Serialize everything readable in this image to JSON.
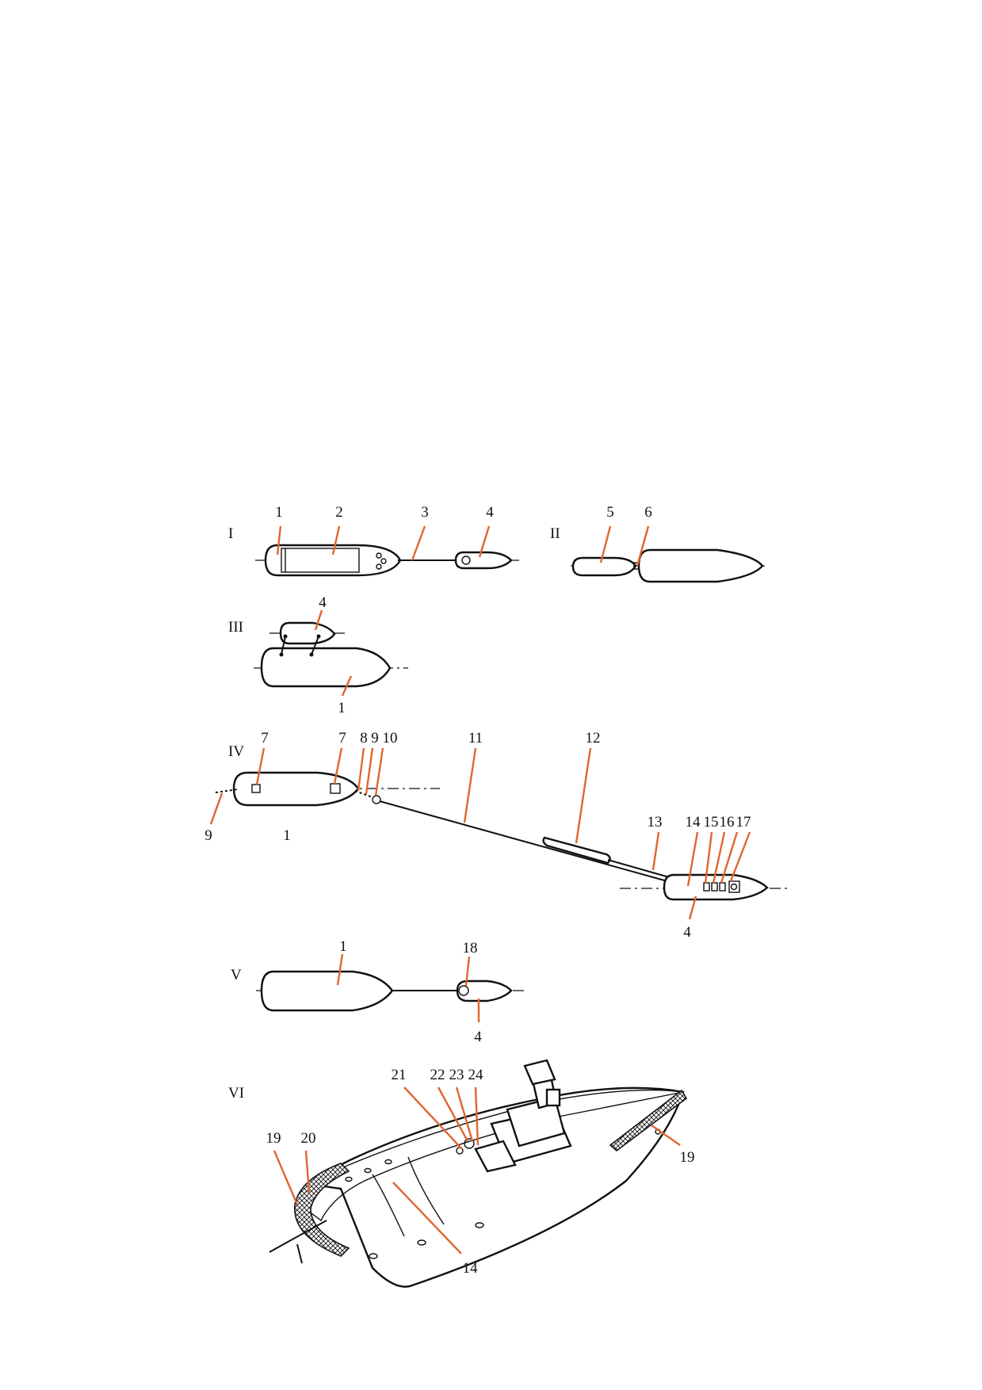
{
  "diagram": {
    "leader_color": "#e0662f",
    "line_color": "#111111",
    "panels": [
      {
        "id": "I",
        "label": "I",
        "callouts": [
          "1",
          "2",
          "3",
          "4"
        ]
      },
      {
        "id": "II",
        "label": "II",
        "callouts": [
          "5",
          "6"
        ]
      },
      {
        "id": "III",
        "label": "III",
        "callouts": [
          "4",
          "1"
        ]
      },
      {
        "id": "IV",
        "label": "IV",
        "callouts": [
          "7",
          "7",
          "8",
          "9",
          "10",
          "11",
          "12",
          "9",
          "1",
          "13",
          "14",
          "15",
          "16",
          "17",
          "4"
        ]
      },
      {
        "id": "V",
        "label": "V",
        "callouts": [
          "1",
          "18",
          "4"
        ]
      },
      {
        "id": "VI",
        "label": "VI",
        "callouts": [
          "21",
          "22",
          "23",
          "24",
          "19",
          "20",
          "19",
          "14"
        ]
      }
    ]
  }
}
